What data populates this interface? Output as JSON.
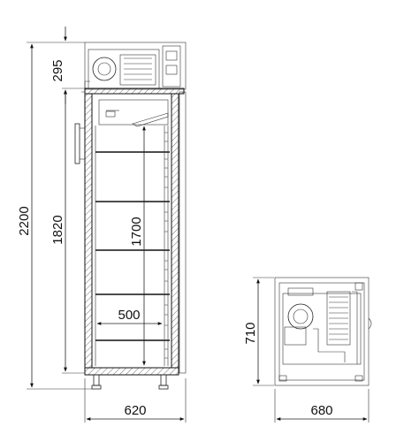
{
  "dimensions": {
    "total_height": "2200",
    "top_unit_height": "295",
    "cabinet_height": "1820",
    "interior_height": "1700",
    "shelf_depth": "500",
    "front_width": "620",
    "top_view_depth": "710",
    "top_view_width": "680"
  }
}
